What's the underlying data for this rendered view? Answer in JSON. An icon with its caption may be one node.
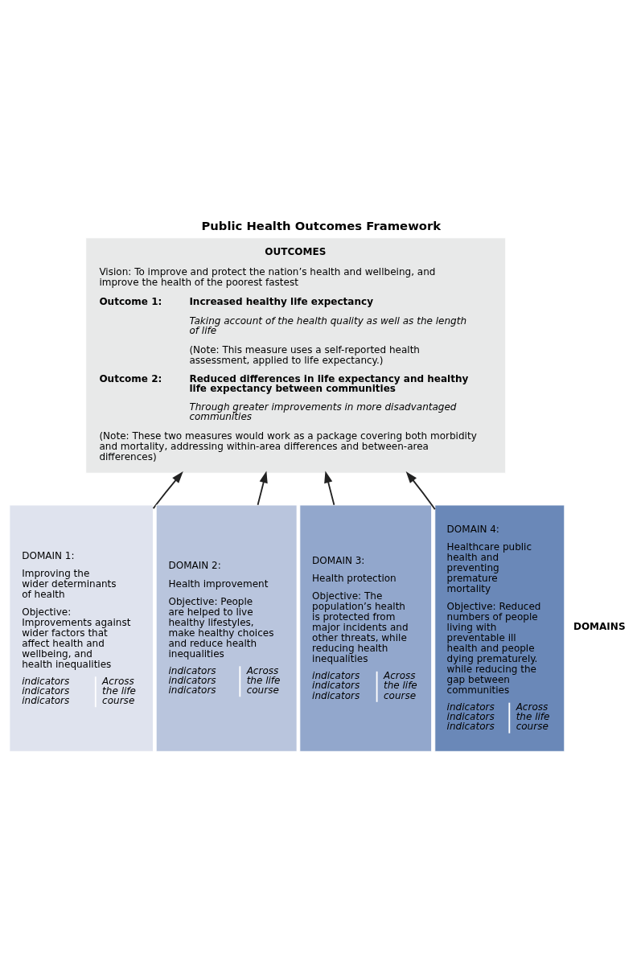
{
  "diagram": {
    "title": "Public Health Outcomes Framework",
    "nodes": [
      {
        "text": [
          "OUTCOMES",
          "Vision: To improve and protect the nation’s health and wellbeing, and improve the health of the poorest fastest",
          "Outcome 1:",
          "Increased healthy life expectancy",
          "Taking account of the health quality as well as the length of life",
          "(Note: This measure uses a self-reported health assessment, applied to life expectancy.)",
          "Outcome 2:",
          "Reduced differences in life expectancy and healthy life expectancy between communities",
          "Through greater improvements in more disadvantaged communities",
          "(Note: These two measures would work as a package covering both morbidity and mortality, addressing within-area differences and between-area differences)"
        ]
      },
      {
        "text": [
          "DOMAIN 1:",
          "Improving the wider determinants of health",
          "Objective: Improvements against wider factors that affect health and wellbeing, and health inequalities",
          "indicators",
          "indicators",
          "indicators",
          "Across the life course"
        ]
      },
      {
        "text": [
          "DOMAIN 2:",
          "Health improvement",
          "Objective: People are helped to live healthy lifestyles, make healthy choices and reduce health inequalities",
          "indicators",
          "indicators",
          "indicators",
          "Across the life course"
        ]
      },
      {
        "text": [
          "DOMAIN 3:",
          "Health protection",
          "Objective: The population’s health is protected from major incidents and other threats, while reducing health inequalities",
          "indicators",
          "indicators",
          "indicators",
          "Across the life course"
        ]
      },
      {
        "text": [
          "DOMAIN 4:",
          "Healthcare public health and preventing premature mortality",
          "Objective: Reduced numbers of people living with preventable ill health and people dying prematurely. while reducing the gap between communities",
          "indicators",
          "indicators",
          "indicators",
          "Across the life course"
        ]
      }
    ],
    "edges": [
      {
        "from": 1,
        "to": 0,
        "arrow": "to"
      },
      {
        "from": 2,
        "to": 0,
        "arrow": "to"
      },
      {
        "from": 3,
        "to": 0,
        "arrow": "to"
      },
      {
        "from": 4,
        "to": 0,
        "arrow": "to"
      }
    ],
    "labels": [
      "DOMAINS"
    ]
  }
}
